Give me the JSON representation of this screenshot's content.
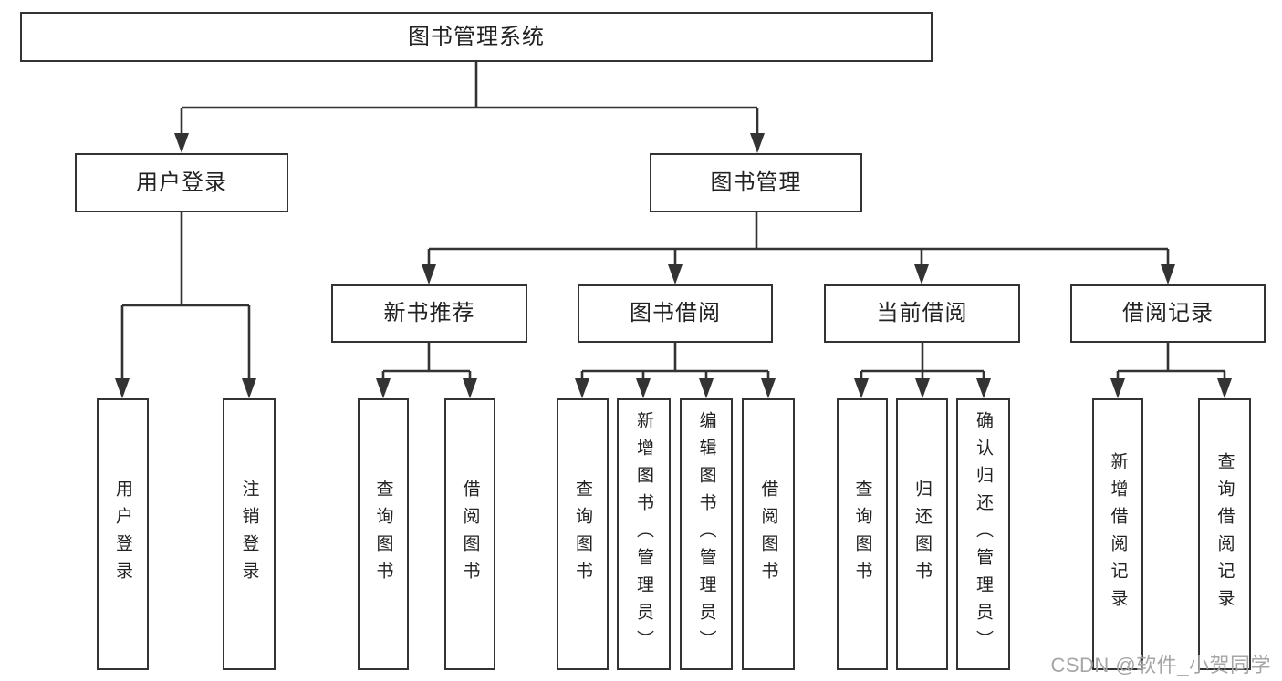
{
  "diagram": {
    "title": "图书管理系统",
    "type": "hierarchy-tree",
    "tree": {
      "label": "图书管理系统",
      "children": [
        {
          "label": "用户登录",
          "children": [
            {
              "label": "用户登录"
            },
            {
              "label": "注销登录"
            }
          ]
        },
        {
          "label": "图书管理",
          "children": [
            {
              "label": "新书推荐",
              "children": [
                {
                  "label": "查询图书"
                },
                {
                  "label": "借阅图书"
                }
              ]
            },
            {
              "label": "图书借阅",
              "children": [
                {
                  "label": "查询图书"
                },
                {
                  "label": "新增图书（管理员）"
                },
                {
                  "label": "编辑图书（管理员）"
                },
                {
                  "label": "借阅图书"
                }
              ]
            },
            {
              "label": "当前借阅",
              "children": [
                {
                  "label": "查询图书"
                },
                {
                  "label": "归还图书"
                },
                {
                  "label": "确认归还（管理员）"
                }
              ]
            },
            {
              "label": "借阅记录",
              "children": [
                {
                  "label": "新增借阅记录"
                },
                {
                  "label": "查询借阅记录"
                }
              ]
            }
          ]
        }
      ]
    }
  },
  "watermark": {
    "text": "CSDN @软件_小贺同学",
    "color": "#a6a6a6"
  },
  "colors": {
    "background": "#ffffff",
    "line": "#333333",
    "box_border": "#333333",
    "box_fill": "#ffffff",
    "text": "#222222"
  }
}
